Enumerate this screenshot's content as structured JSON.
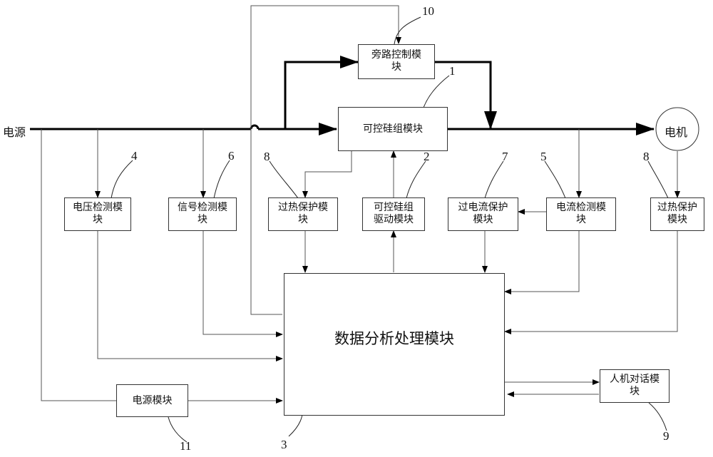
{
  "labels": {
    "power_source": "电源",
    "motor": "电机"
  },
  "modules": {
    "bypass": {
      "line1": "旁路控制模",
      "line2": "块"
    },
    "scr_group": {
      "line1": "可控硅组模块",
      "line2": ""
    },
    "voltage_detect": {
      "line1": "电压检测模",
      "line2": "块"
    },
    "signal_detect": {
      "line1": "信号检测模",
      "line2": "块"
    },
    "overheat_left": {
      "line1": "过热保护模",
      "line2": "块"
    },
    "scr_driver": {
      "line1": "可控硅组",
      "line2": "驱动模块"
    },
    "overcurrent": {
      "line1": "过电流保护",
      "line2": "模块"
    },
    "current_detect": {
      "line1": "电流检测模",
      "line2": "块"
    },
    "overheat_right": {
      "line1": "过热保护",
      "line2": "模块"
    },
    "data_processing": {
      "line1": "数据分析处理模块"
    },
    "hmi": {
      "line1": "人机对话模",
      "line2": "块"
    },
    "power_module": {
      "line1": "电源模块"
    }
  },
  "callouts": {
    "bypass": "10",
    "scr_group": "1",
    "scr_driver": "2",
    "data_processing": "3",
    "voltage_detect": "4",
    "current_detect": "5",
    "signal_detect": "6",
    "overcurrent": "7",
    "overheat_left": "8",
    "overheat_right": "8",
    "hmi": "9",
    "power_module": "11"
  }
}
